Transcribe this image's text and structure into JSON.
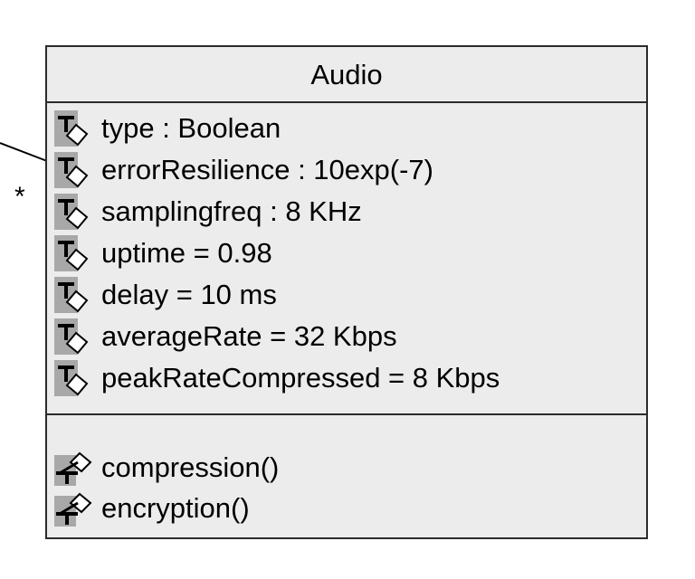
{
  "class": {
    "name": "Audio",
    "attributes": [
      {
        "text": "type : Boolean",
        "icon": "attribute-icon"
      },
      {
        "text": "errorResilience : 10exp(-7)",
        "icon": "attribute-icon"
      },
      {
        "text": "samplingfreq : 8 KHz",
        "icon": "attribute-icon"
      },
      {
        "text": "uptime = 0.98",
        "icon": "attribute-icon"
      },
      {
        "text": "delay = 10 ms",
        "icon": "attribute-icon"
      },
      {
        "text": "averageRate = 32 Kbps",
        "icon": "attribute-icon"
      },
      {
        "text": "peakRateCompressed = 8 Kbps",
        "icon": "attribute-icon"
      }
    ],
    "operations": [
      {
        "text": "compression()",
        "icon": "operation-icon"
      },
      {
        "text": "encryption()",
        "icon": "operation-icon"
      }
    ]
  },
  "association": {
    "multiplicity": "*"
  },
  "colors": {
    "box_fill": "#ececec",
    "border": "#2b2b2b",
    "icon_bg": "#a8a8a8"
  }
}
